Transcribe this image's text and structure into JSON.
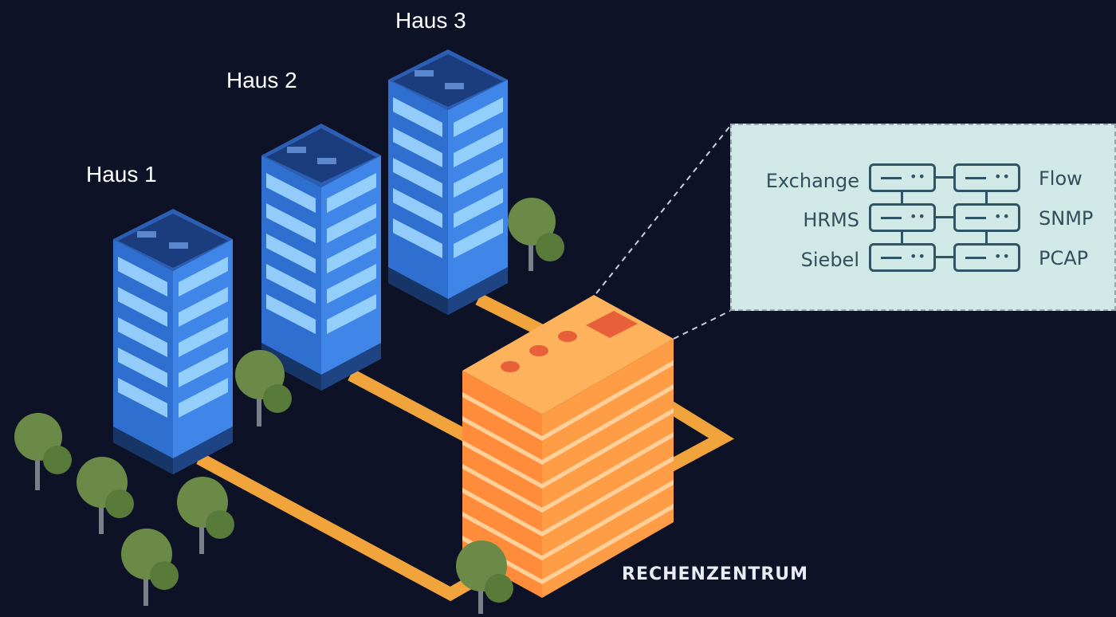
{
  "buildings": {
    "haus1": "Haus 1",
    "haus2": "Haus 2",
    "haus3": "Haus 3"
  },
  "datacenter": {
    "label": "RECHENZENTRUM"
  },
  "services": {
    "left": [
      "Exchange",
      "HRMS",
      "Siebel"
    ],
    "right": [
      "Flow",
      "SNMP",
      "PCAP"
    ]
  },
  "colors": {
    "background": "#0e1226",
    "building_blue": "#3f86e8",
    "datacenter_orange": "#ffa04a",
    "path_orange": "#f0a43b",
    "tree_green": "#6b8a48",
    "panel_bg": "#d1e9e6",
    "panel_icon": "#2e5566"
  }
}
